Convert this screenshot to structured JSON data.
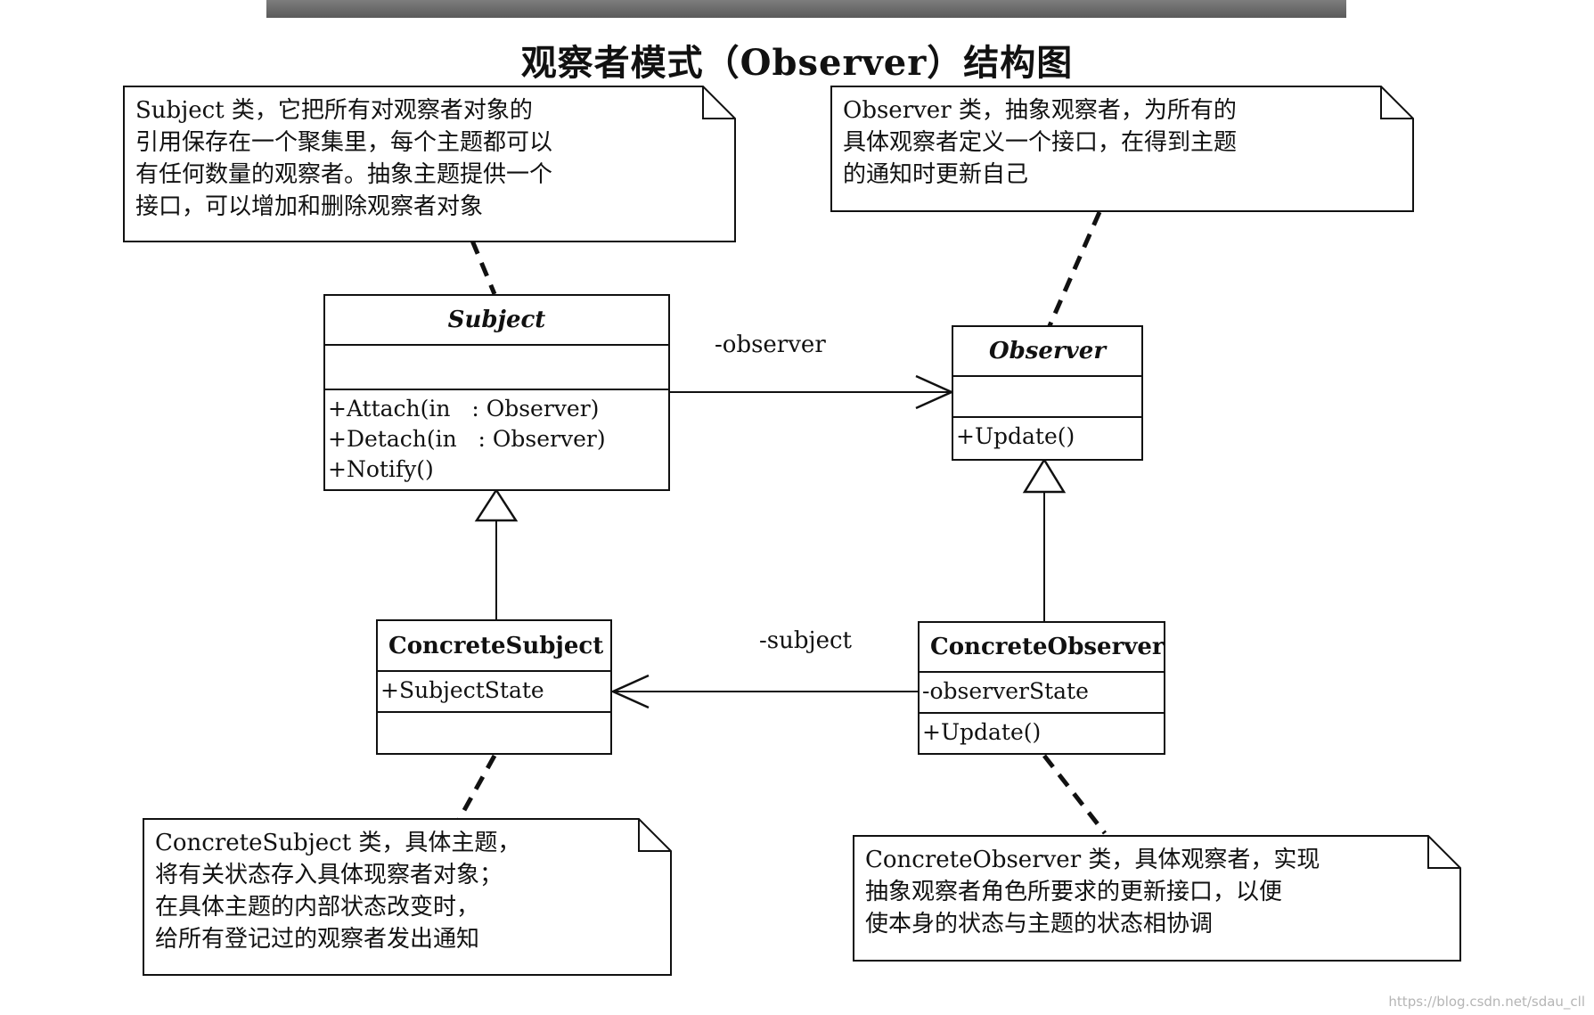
{
  "title": "观察者模式（Observer）结构图",
  "classes": {
    "subject": {
      "name": "Subject",
      "attributes": [],
      "operations": [
        "+Attach(in   : Observer)",
        "+Detach(in   : Observer)",
        "+Notify()"
      ]
    },
    "observer": {
      "name": "Observer",
      "attributes": [],
      "operations": [
        "+Update()"
      ]
    },
    "concrete_subject": {
      "name": "ConcreteSubject",
      "attributes": [
        "+SubjectState"
      ],
      "operations": []
    },
    "concrete_observer": {
      "name": "ConcreteObserver",
      "attributes": [
        "-observerState"
      ],
      "operations": [
        "+Update()"
      ]
    }
  },
  "associations": {
    "observer_label": "-observer",
    "subject_label": "-subject"
  },
  "notes": {
    "subject_note": "Subject 类，它把所有对观察者对象的\n引用保存在一个聚集里，每个主题都可以\n有任何数量的观察者。抽象主题提供一个\n接口，可以增加和删除观察者对象",
    "observer_note": "Observer 类，抽象观察者，为所有的\n具体观察者定义一个接口，在得到主题\n的通知时更新自己",
    "concrete_subject_note": "ConcreteSubject 类，具体主题，\n将有关状态存入具体现察者对象；\n在具体主题的内部状态改变时，\n给所有登记过的观察者发出通知",
    "concrete_observer_note": "ConcreteObserver 类，具体观察者，实现\n抽象观察者角色所要求的更新接口，以便\n使本身的状态与主题的状态相协调"
  },
  "watermark": "https://blog.csdn.net/sdau_cll"
}
